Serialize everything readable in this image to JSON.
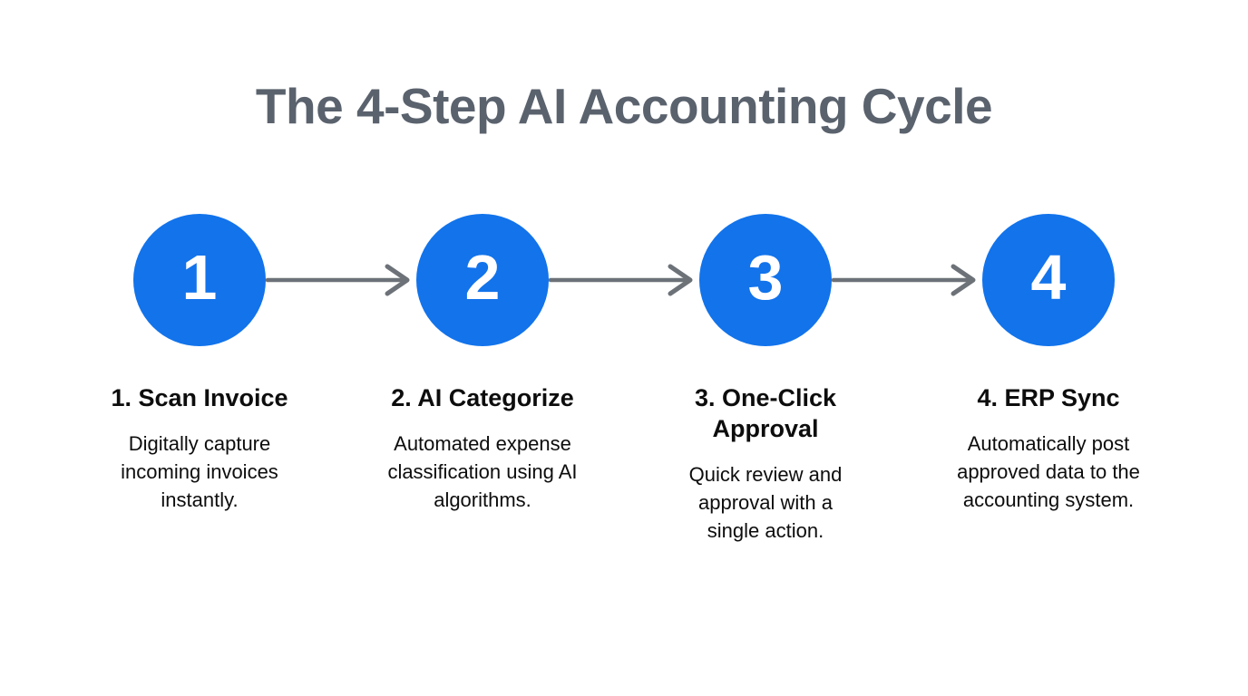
{
  "title": "The 4-Step AI Accounting Cycle",
  "colors": {
    "circle_blue": "#1273EB",
    "arrow_gray": "#6C7278",
    "title_gray": "#5A626D",
    "text_black": "#0D0D0D",
    "background": "#FFFFFF"
  },
  "steps": [
    {
      "number": "1",
      "heading": "1. Scan Invoice",
      "description": "Digitally capture\nincoming invoices\ninstantly."
    },
    {
      "number": "2",
      "heading": "2. AI Categorize",
      "description": "Automated expense\nclassification using AI\nalgorithms."
    },
    {
      "number": "3",
      "heading": "3. One-Click\nApproval",
      "description": "Quick review and\napproval with a\nsingle action."
    },
    {
      "number": "4",
      "heading": "4. ERP Sync",
      "description": "Automatically post\napproved data to the\naccounting system."
    }
  ]
}
